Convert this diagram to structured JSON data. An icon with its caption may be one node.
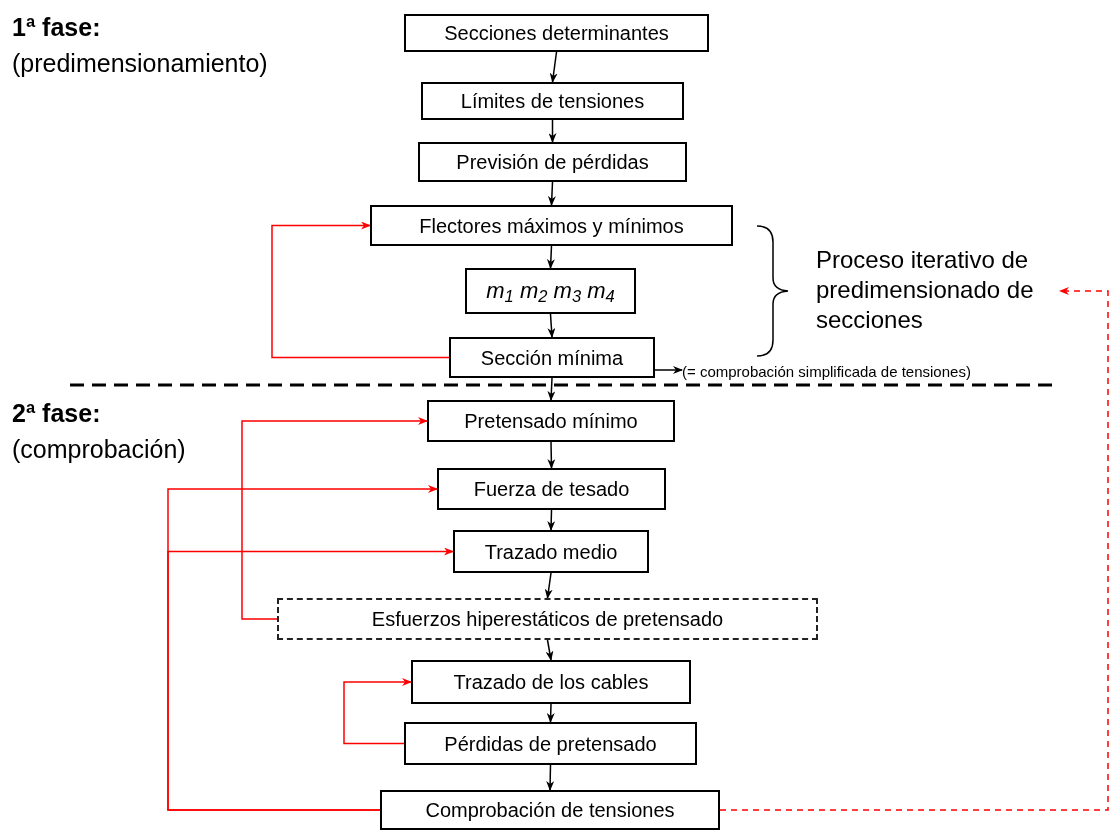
{
  "diagram": {
    "nodes": [
      {
        "text": [
          "Secciones determinantes"
        ]
      },
      {
        "text": [
          "Límites de tensiones"
        ]
      },
      {
        "text": [
          "Previsión de pérdidas"
        ]
      },
      {
        "text": [
          "Flectores máximos y mínimos"
        ]
      },
      {
        "text": [
          "m$_{1}$ m$_{2}$ m$_{3}$ m$_{4}$"
        ]
      },
      {
        "text": [
          "Sección mínima"
        ]
      },
      {
        "text": [
          "Pretensado mínimo"
        ]
      },
      {
        "text": [
          "Fuerza de tesado"
        ]
      },
      {
        "text": [
          "Trazado medio"
        ]
      },
      {
        "text": [
          "Esfuerzos hiperestáticos de pretensado"
        ]
      },
      {
        "text": [
          "Trazado de los cables"
        ]
      },
      {
        "text": [
          "Pérdidas de pretensado"
        ]
      },
      {
        "text": [
          "Comprobación de tensiones"
        ]
      },
      {
        "text": [
          "Proceso iterativo de predimensionado de secciones"
        ]
      },
      {
        "text": [
          "(= comprobación simplificada de tensiones)"
        ]
      }
    ],
    "edges": [
      {
        "from": 0,
        "to": 1,
        "arrow": "to"
      },
      {
        "from": 1,
        "to": 2,
        "arrow": "to"
      },
      {
        "from": 2,
        "to": 3,
        "arrow": "to"
      },
      {
        "from": 3,
        "to": 4,
        "arrow": "to"
      },
      {
        "from": 4,
        "to": 5,
        "arrow": "to"
      },
      {
        "from": 5,
        "to": 6,
        "arrow": "to"
      },
      {
        "from": 6,
        "to": 7,
        "arrow": "to"
      },
      {
        "from": 7,
        "to": 8,
        "arrow": "to"
      },
      {
        "from": 8,
        "to": 9,
        "arrow": "to"
      },
      {
        "from": 9,
        "to": 10,
        "arrow": "to"
      },
      {
        "from": 10,
        "to": 11,
        "arrow": "to"
      },
      {
        "from": 11,
        "to": 12,
        "arrow": "to"
      },
      {
        "from": 5,
        "to": 3,
        "arrow": "to",
        "color": "#ff0000"
      },
      {
        "from": 9,
        "to": 6,
        "arrow": "to",
        "color": "#ff0000"
      },
      {
        "from": 12,
        "to": 7,
        "arrow": "to",
        "color": "#ff0000"
      },
      {
        "from": 12,
        "to": 8,
        "arrow": "to",
        "color": "#ff0000"
      },
      {
        "from": 11,
        "to": 10,
        "arrow": "to",
        "color": "#ff0000"
      },
      {
        "from": 12,
        "to": 13,
        "arrow": "to",
        "style": "dashed",
        "color": "#ff0000"
      },
      {
        "from": 5,
        "to": 14,
        "arrow": "to"
      }
    ],
    "labels": [
      "1ª fase:",
      "(predimensionamiento)",
      "2ª fase:",
      "(comprobación)"
    ]
  }
}
